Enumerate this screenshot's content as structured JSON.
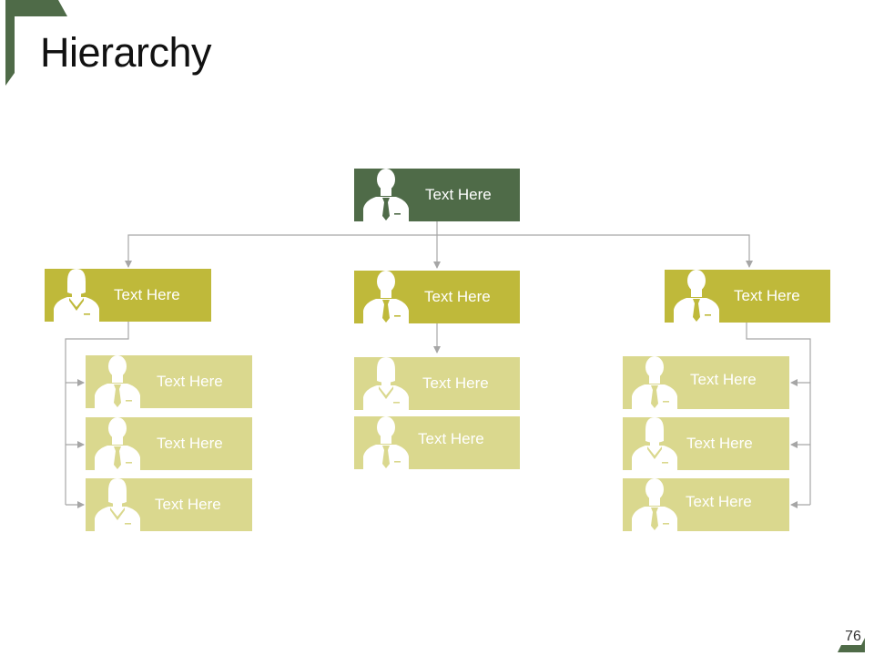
{
  "slide": {
    "title": "Hierarchy",
    "page_number": "76"
  },
  "colors": {
    "top": "#4f6b48",
    "mid": "#bfb93a",
    "sub": "#dad88e",
    "line": "#a6a6a6",
    "accent": "#4f6b48"
  },
  "nodes": {
    "root": {
      "label": "Text Here",
      "avatar": "male-person-icon"
    },
    "left": {
      "label": "Text Here",
      "avatar": "female-person-icon"
    },
    "center": {
      "label": "Text Here",
      "avatar": "male-person-icon"
    },
    "right": {
      "label": "Text Here",
      "avatar": "male-person-icon"
    },
    "left_children": [
      {
        "label": "Text Here",
        "avatar": "male-person-icon"
      },
      {
        "label": "Text Here",
        "avatar": "male-person-icon"
      },
      {
        "label": "Text Here",
        "avatar": "female-person-icon"
      }
    ],
    "center_children": [
      {
        "label": "Text Here",
        "avatar": "female-person-icon"
      },
      {
        "label": "Text Here",
        "avatar": "male-person-icon"
      }
    ],
    "right_children": [
      {
        "label": "Text Here",
        "avatar": "male-person-icon"
      },
      {
        "label": "Text Here",
        "avatar": "female-person-icon"
      },
      {
        "label": "Text Here",
        "avatar": "male-person-icon"
      }
    ]
  }
}
